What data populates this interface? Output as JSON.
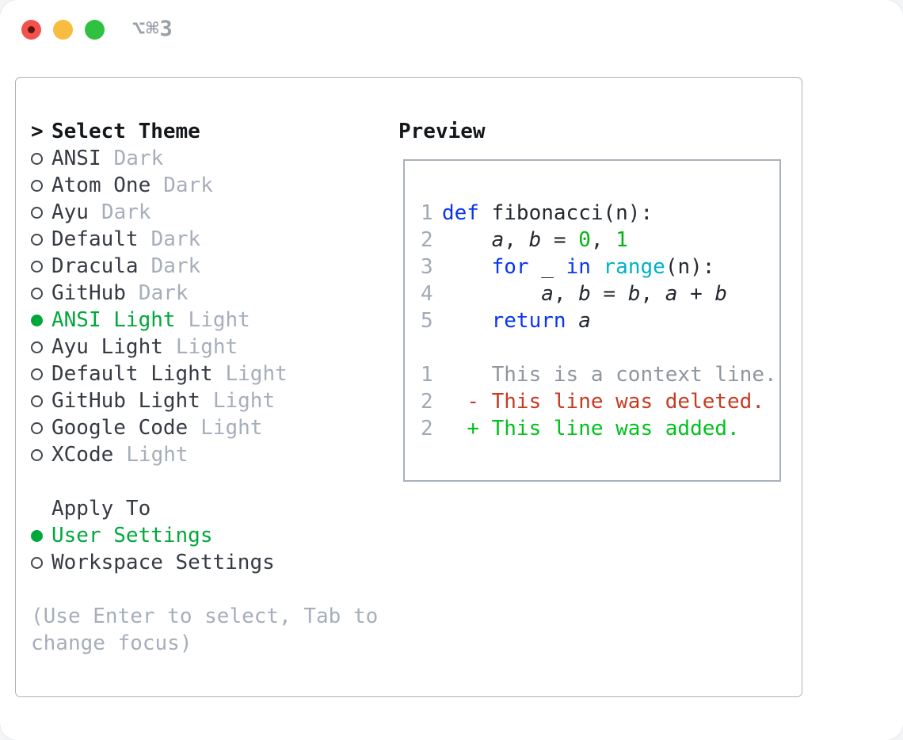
{
  "window": {
    "title": "⌥⌘3",
    "traffic_lights": [
      "close",
      "minimize",
      "zoom"
    ]
  },
  "theme_panel": {
    "header_prefix": ">",
    "header_label": "Select Theme",
    "themes": [
      {
        "name": "ANSI",
        "variant": "Dark",
        "selected": false
      },
      {
        "name": "Atom One",
        "variant": "Dark",
        "selected": false
      },
      {
        "name": "Ayu",
        "variant": "Dark",
        "selected": false
      },
      {
        "name": "Default",
        "variant": "Dark",
        "selected": false
      },
      {
        "name": "Dracula",
        "variant": "Dark",
        "selected": false
      },
      {
        "name": "GitHub",
        "variant": "Dark",
        "selected": false
      },
      {
        "name": "ANSI Light",
        "variant": "Light",
        "selected": true
      },
      {
        "name": "Ayu Light",
        "variant": "Light",
        "selected": false
      },
      {
        "name": "Default Light",
        "variant": "Light",
        "selected": false
      },
      {
        "name": "GitHub Light",
        "variant": "Light",
        "selected": false
      },
      {
        "name": "Google Code",
        "variant": "Light",
        "selected": false
      },
      {
        "name": "XCode",
        "variant": "Light",
        "selected": false
      }
    ],
    "apply_to_label": "Apply To",
    "apply_options": [
      {
        "label": "User Settings",
        "selected": true
      },
      {
        "label": "Workspace Settings",
        "selected": false
      }
    ],
    "help_lines": [
      "(Use Enter to select, Tab to",
      "change focus)"
    ]
  },
  "preview": {
    "label": "Preview",
    "lines": [
      {
        "num": "1",
        "tokens": [
          [
            "def",
            "kw"
          ],
          [
            " fibonacci(n):",
            "plain"
          ]
        ]
      },
      {
        "num": "2",
        "tokens": [
          [
            "    ",
            "plain"
          ],
          [
            "a",
            "var"
          ],
          [
            ", ",
            "plain"
          ],
          [
            "b",
            "var"
          ],
          [
            " = ",
            "plain"
          ],
          [
            "0",
            "num"
          ],
          [
            ", ",
            "plain"
          ],
          [
            "1",
            "num"
          ]
        ]
      },
      {
        "num": "3",
        "tokens": [
          [
            "    ",
            "plain"
          ],
          [
            "for",
            "kw"
          ],
          [
            " _ ",
            "plain"
          ],
          [
            "in",
            "kw"
          ],
          [
            " ",
            "plain"
          ],
          [
            "range",
            "builtin"
          ],
          [
            "(n):",
            "plain"
          ]
        ]
      },
      {
        "num": "4",
        "tokens": [
          [
            "        ",
            "plain"
          ],
          [
            "a",
            "var"
          ],
          [
            ", ",
            "plain"
          ],
          [
            "b",
            "var"
          ],
          [
            " = ",
            "plain"
          ],
          [
            "b",
            "var"
          ],
          [
            ", ",
            "plain"
          ],
          [
            "a",
            "var"
          ],
          [
            " + ",
            "plain"
          ],
          [
            "b",
            "var"
          ]
        ]
      },
      {
        "num": "5",
        "tokens": [
          [
            "    ",
            "plain"
          ],
          [
            "return",
            "kw"
          ],
          [
            " ",
            "plain"
          ],
          [
            "a",
            "var"
          ]
        ]
      },
      {
        "num": "",
        "tokens": []
      },
      {
        "num": "1",
        "tokens": [
          [
            "    This is a context line.",
            "ctx"
          ]
        ]
      },
      {
        "num": "2",
        "tokens": [
          [
            "  ",
            "plain"
          ],
          [
            "- This line was deleted.",
            "del"
          ]
        ]
      },
      {
        "num": "2",
        "tokens": [
          [
            "  ",
            "plain"
          ],
          [
            "+ This line was added.",
            "add"
          ]
        ]
      }
    ]
  },
  "colors": {
    "green": "#00a83c",
    "kw": "#0a36f0",
    "builtin": "#00b3c4",
    "numlit": "#00b412",
    "add": "#00c21c",
    "del": "#c63b20",
    "ctx": "#8f969e",
    "code": "#24292f",
    "text": "#363b43",
    "heading": "#14171a",
    "muted": "#a6aeba",
    "gutter": "#a0a9b4",
    "border": "#a9b1bc",
    "radio": "#41464e",
    "title": "#9aa0aa",
    "tl_red": "#f2524d",
    "tl_red_dot": "#5e1511",
    "tl_yellow": "#f8bd3f",
    "tl_green": "#2fc240"
  }
}
